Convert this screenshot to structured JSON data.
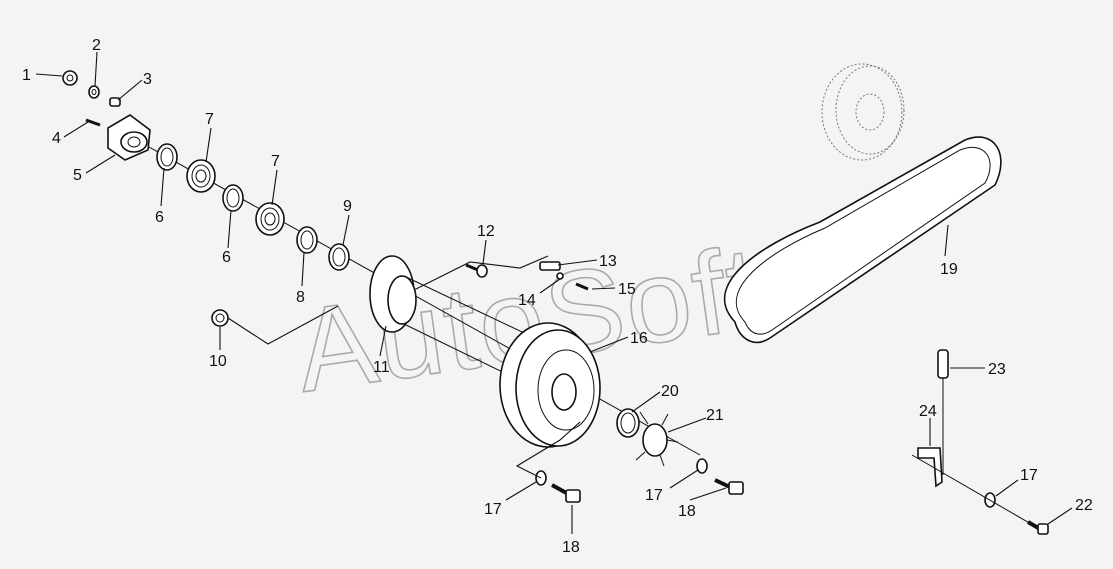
{
  "watermark": "AutoSoft",
  "labels": {
    "l1": "1",
    "l2": "2",
    "l3": "3",
    "l4": "4",
    "l5": "5",
    "l6a": "6",
    "l6b": "6",
    "l7a": "7",
    "l7b": "7",
    "l8": "8",
    "l9": "9",
    "l10": "10",
    "l11": "11",
    "l12": "12",
    "l13": "13",
    "l14": "14",
    "l15": "15",
    "l16": "16",
    "l17a": "17",
    "l17b": "17",
    "l17c": "17",
    "l18a": "18",
    "l18b": "18",
    "l19": "19",
    "l20": "20",
    "l21": "21",
    "l22": "22",
    "l23": "23",
    "l24": "24"
  }
}
